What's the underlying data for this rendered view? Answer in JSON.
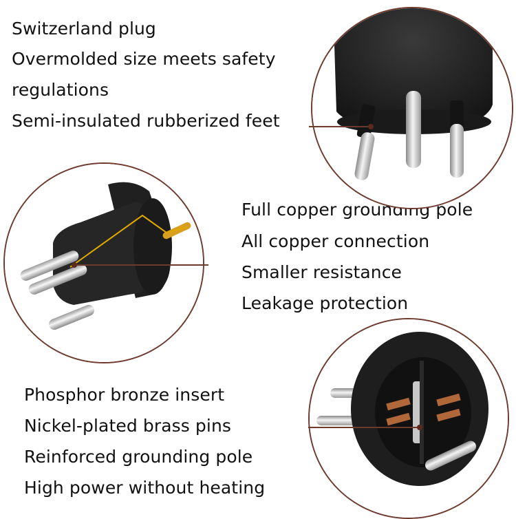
{
  "top_features": [
    "Switzerland plug",
    "Overmolded size meets safety",
    "regulations",
    "Semi-insulated rubberized feet"
  ],
  "middle_features": [
    "Full copper grounding pole",
    "All copper connection",
    "Smaller resistance",
    "Leakage protection"
  ],
  "bottom_features": [
    "Phosphor bronze insert",
    "Nickel-plated brass pins",
    "Reinforced grounding pole",
    "High power without heating"
  ],
  "colors": {
    "pointer": "#6e3a2c",
    "plug_body": "#1c1c1c",
    "pin_metal": "#d8d8d8",
    "copper": "#b0673a",
    "highlight": "#e0a800"
  }
}
